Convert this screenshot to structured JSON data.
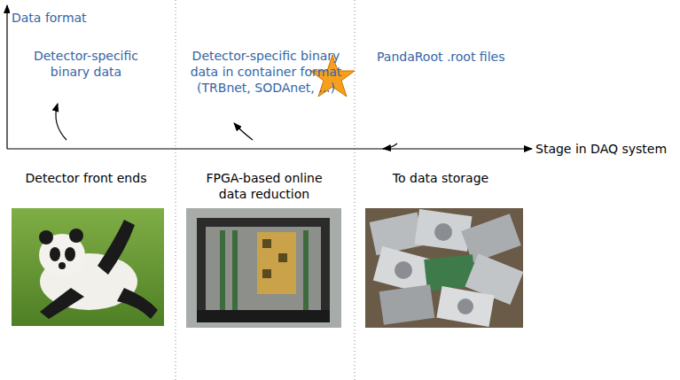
{
  "diagram": {
    "labels": [
      "Data format",
      "Detector-specific binary data",
      "Detector-specific binary data in container format (TRBnet, SODAnet, ...)",
      "PandaRoot .root files",
      "Stage in DAQ system",
      "Detector front ends",
      "FPGA-based online data reduction",
      "To data storage"
    ]
  }
}
